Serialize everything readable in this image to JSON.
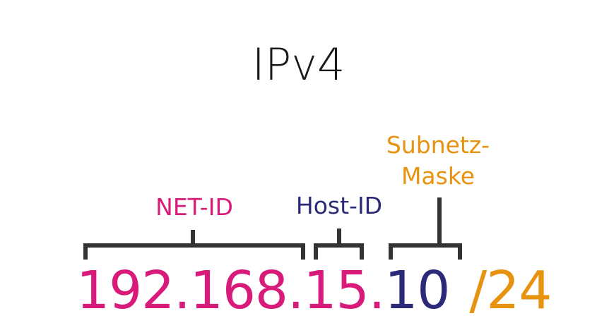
{
  "title": "IPv4",
  "labels": {
    "net_id": "NET-ID",
    "host_id": "Host-ID",
    "subnet_mask_line1": "Subnetz-",
    "subnet_mask_line2": "Maske"
  },
  "address": {
    "net_part": "192.168.15.",
    "host_part": "10",
    "mask_part": "/24"
  },
  "colors": {
    "net": "#d81b7a",
    "host": "#2b2a78",
    "mask": "#e8930f",
    "bracket": "#333333",
    "title": "#1a1a1a"
  }
}
